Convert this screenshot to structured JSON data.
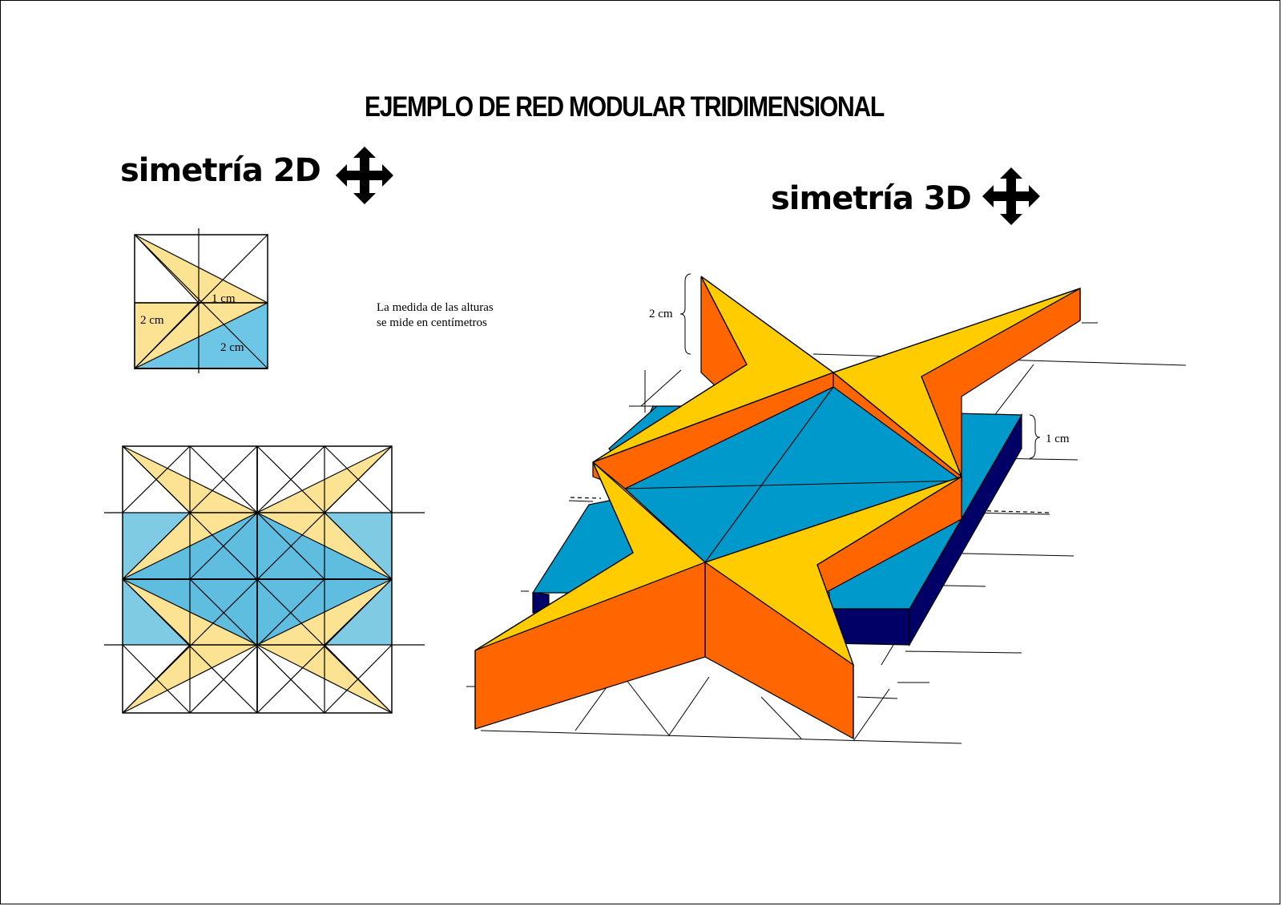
{
  "title": "EJEMPLO DE RED MODULAR TRIDIMENSIONAL",
  "headings": {
    "sym2d": "simetría 2D",
    "sym3d": "simetría 3D"
  },
  "note": "La medida de las alturas se mide en centímetros",
  "module_labels": {
    "one": "1 cm",
    "two_a": "2 cm",
    "two_b": "2 cm"
  },
  "model_labels": {
    "height_star": "2 cm",
    "height_base": "1 cm"
  },
  "icons": [
    "move-arrows-icon",
    "move-arrows-icon"
  ],
  "colors": {
    "yellow_light": "#FCE394",
    "blue_light": "#6EC6E6",
    "yellow": "#FFCC00",
    "orange": "#FF6600",
    "blue": "#0099CC",
    "navy": "#000066"
  }
}
